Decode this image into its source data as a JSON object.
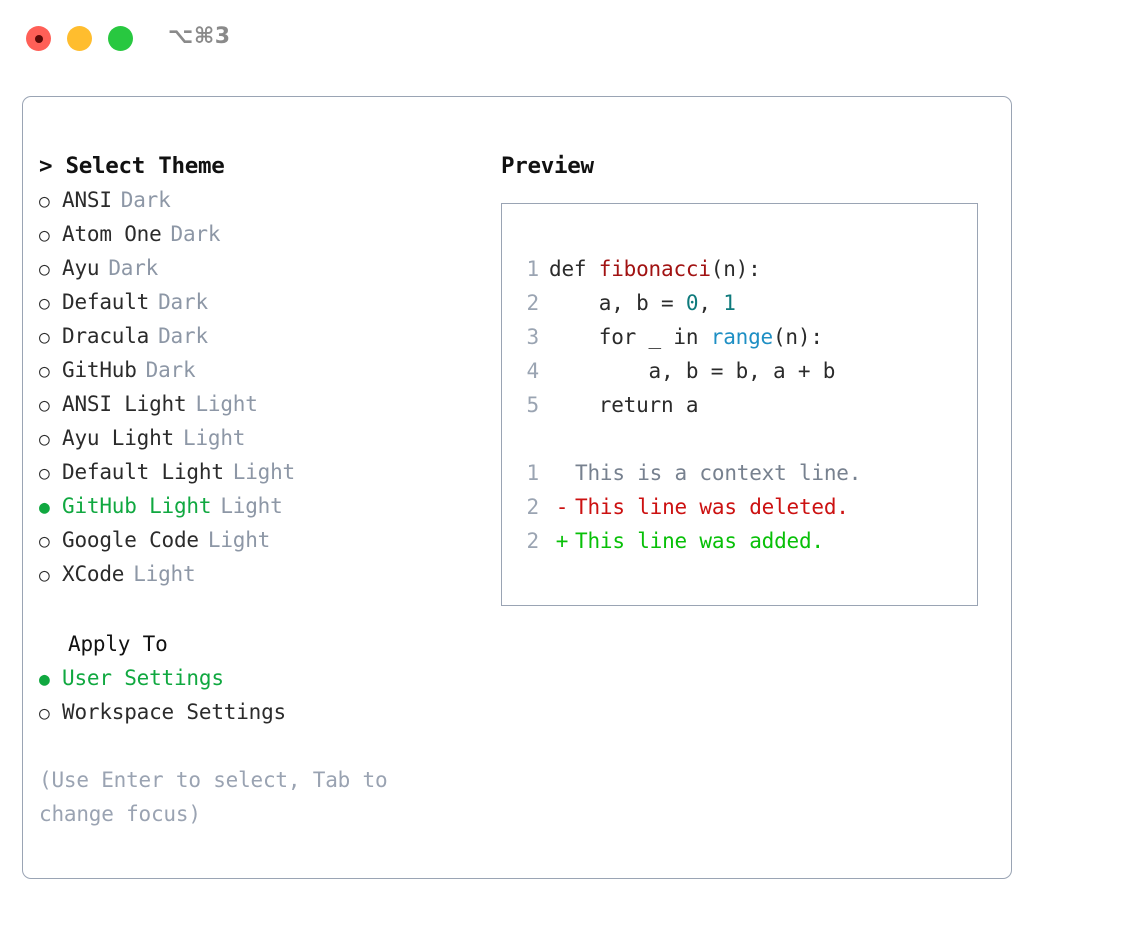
{
  "window": {
    "shortcut_label": "⌥⌘3",
    "traffic_lights": [
      {
        "name": "close",
        "color": "#ff5f57"
      },
      {
        "name": "minimize",
        "color": "#ffbd2e"
      },
      {
        "name": "maximize",
        "color": "#28c840"
      }
    ]
  },
  "theme_picker": {
    "header": "> Select Theme",
    "selected_bullet": "●",
    "unselected_bullet": "○",
    "accent_color": "#10a840",
    "items": [
      {
        "name": "ANSI",
        "tag": "Dark",
        "selected": false
      },
      {
        "name": "Atom One",
        "tag": "Dark",
        "selected": false
      },
      {
        "name": "Ayu",
        "tag": "Dark",
        "selected": false
      },
      {
        "name": "Default",
        "tag": "Dark",
        "selected": false
      },
      {
        "name": "Dracula",
        "tag": "Dark",
        "selected": false
      },
      {
        "name": "GitHub",
        "tag": "Dark",
        "selected": false
      },
      {
        "name": "ANSI Light",
        "tag": "Light",
        "selected": false
      },
      {
        "name": "Ayu Light",
        "tag": "Light",
        "selected": false
      },
      {
        "name": "Default Light",
        "tag": "Light",
        "selected": false
      },
      {
        "name": "GitHub Light",
        "tag": "Light",
        "selected": true
      },
      {
        "name": "Google Code",
        "tag": "Light",
        "selected": false
      },
      {
        "name": "XCode",
        "tag": "Light",
        "selected": false
      }
    ]
  },
  "apply_to": {
    "header": "Apply To",
    "options": [
      {
        "label": "User Settings",
        "selected": true
      },
      {
        "label": "Workspace Settings",
        "selected": false
      }
    ]
  },
  "hint": "(Use Enter to select, Tab to change focus)",
  "preview": {
    "header": "Preview",
    "code_lines": [
      {
        "no": "1",
        "segments": [
          {
            "text": "def ",
            "kind": "plain"
          },
          {
            "text": "fibonacci",
            "kind": "fn"
          },
          {
            "text": "(n):",
            "kind": "plain"
          }
        ]
      },
      {
        "no": "2",
        "segments": [
          {
            "text": "    a, b = ",
            "kind": "plain"
          },
          {
            "text": "0",
            "kind": "num"
          },
          {
            "text": ", ",
            "kind": "plain"
          },
          {
            "text": "1",
            "kind": "num"
          }
        ]
      },
      {
        "no": "3",
        "segments": [
          {
            "text": "    for _ in ",
            "kind": "plain"
          },
          {
            "text": "range",
            "kind": "call"
          },
          {
            "text": "(n):",
            "kind": "plain"
          }
        ]
      },
      {
        "no": "4",
        "segments": [
          {
            "text": "        a, b = b, a + b",
            "kind": "plain"
          }
        ]
      },
      {
        "no": "5",
        "segments": [
          {
            "text": "    return a",
            "kind": "plain"
          }
        ]
      }
    ],
    "diff_lines": [
      {
        "no": "1",
        "sign": " ",
        "text": "This is a context line.",
        "kind": "ctx"
      },
      {
        "no": "2",
        "sign": "-",
        "text": "This line was deleted.",
        "kind": "del"
      },
      {
        "no": "2",
        "sign": "+",
        "text": "This line was added.",
        "kind": "add"
      }
    ],
    "colors": {
      "function": "#a11212",
      "number": "#0e7a7c",
      "call": "#1e8fc4",
      "context": "#77818f",
      "deleted": "#cc1111",
      "added": "#08c008",
      "lineno": "#9aa4b2"
    }
  }
}
